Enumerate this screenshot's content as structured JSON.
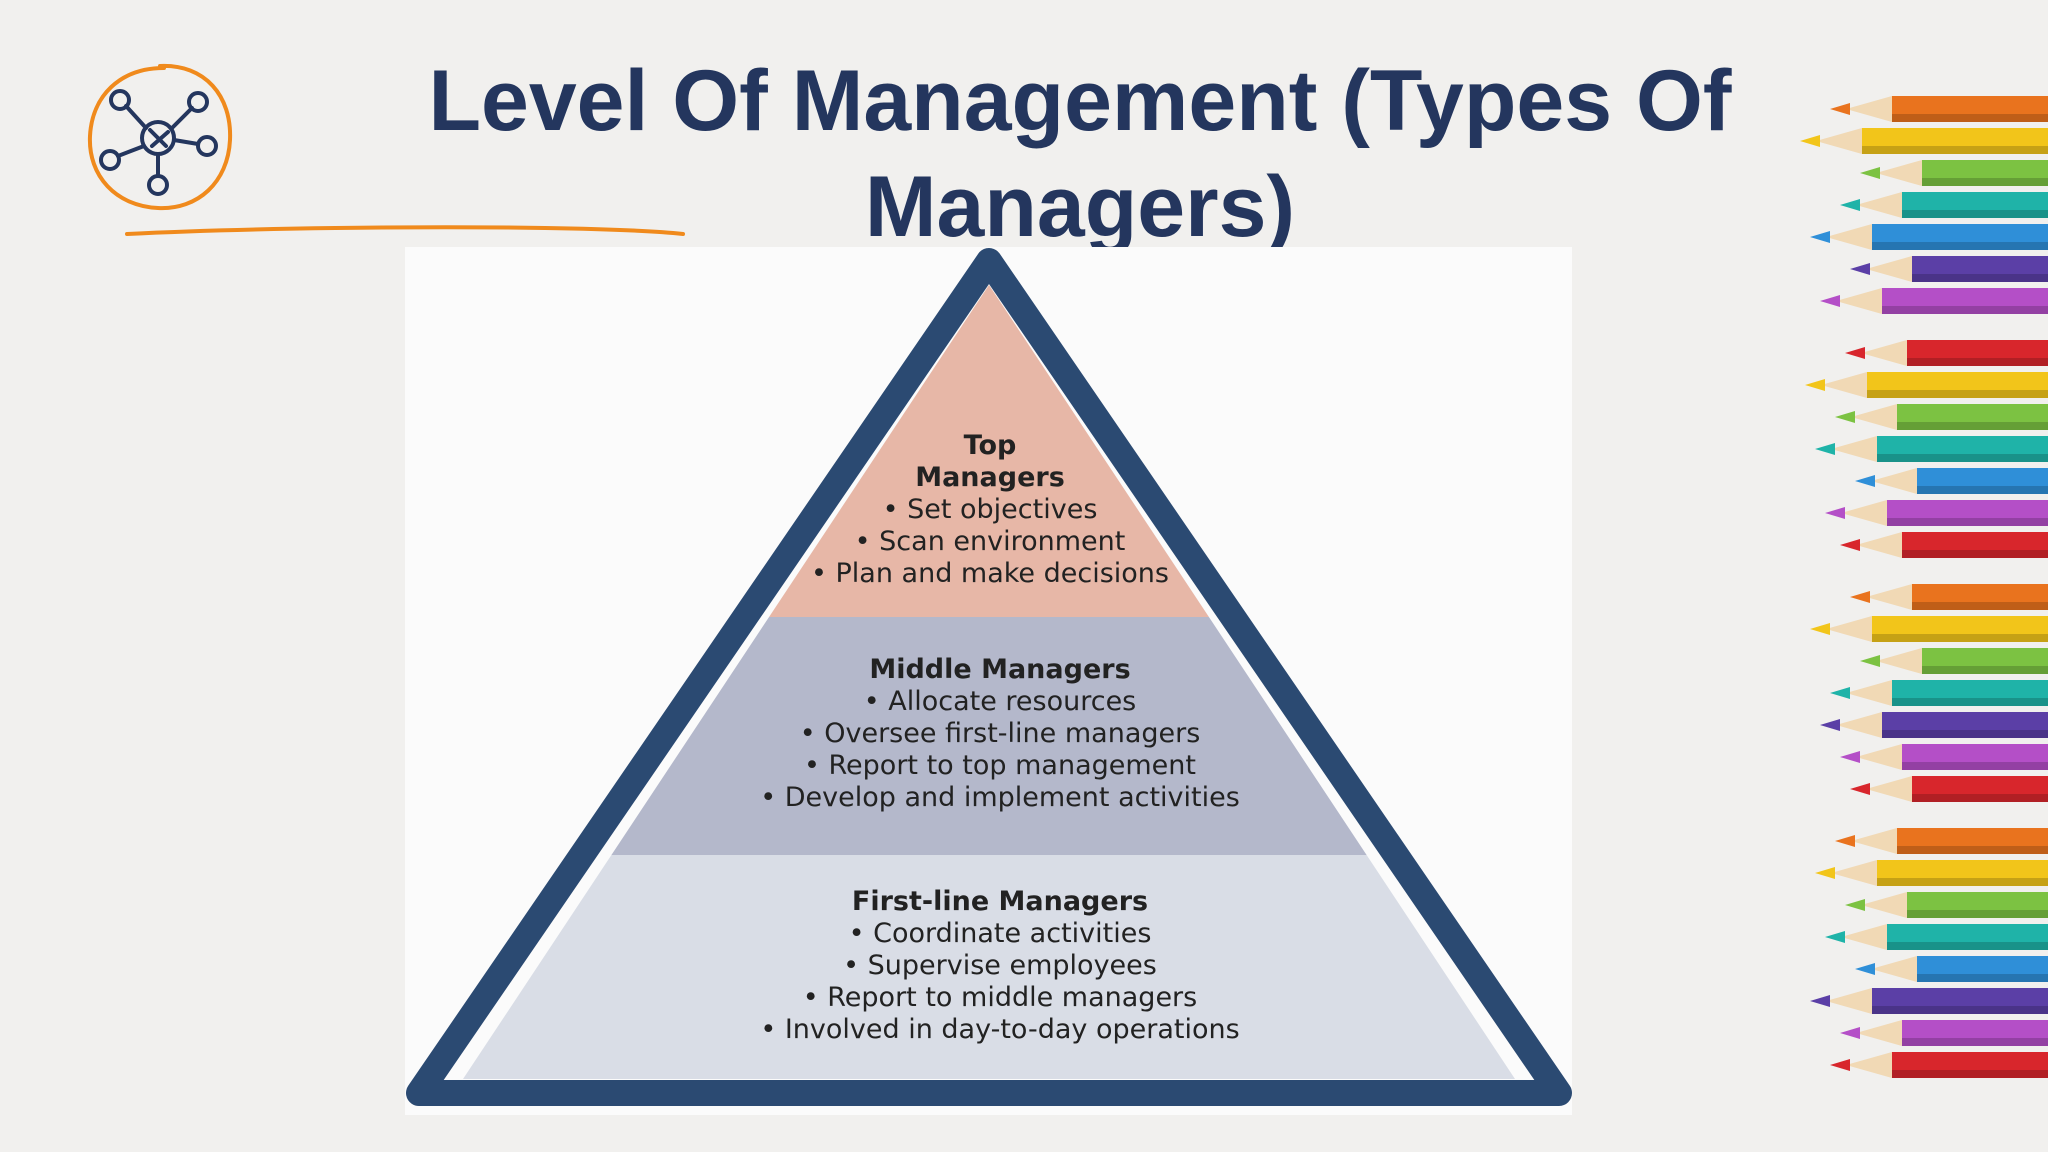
{
  "slide": {
    "title_line1": "Level Of Management (Types Of",
    "title_line2": "Managers)"
  },
  "logo": {
    "icon": "network-hub-icon",
    "accent_color": "#f08a1c"
  },
  "pyramid": {
    "border_color": "#2b4a72",
    "tiers": [
      {
        "heading_line1": "Top",
        "heading_line2": "Managers",
        "fill": "#e7b7a7",
        "items": [
          "• Set objectives",
          "• Scan environment",
          "• Plan and make decisions"
        ]
      },
      {
        "heading": "Middle Managers",
        "fill": "#b4b8cb",
        "items": [
          "• Allocate resources",
          "• Oversee first-line managers",
          "• Report to top management",
          "• Develop and implement activities"
        ]
      },
      {
        "heading": "First-line Managers",
        "fill": "#d9dde6",
        "items": [
          "• Coordinate activities",
          "• Supervise employees",
          "• Report to middle managers",
          "• Involved in day-to-day operations"
        ]
      }
    ]
  },
  "decoration": {
    "icon": "colored-pencils-illustration"
  }
}
